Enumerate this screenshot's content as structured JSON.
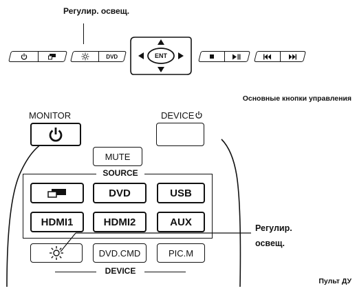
{
  "top_strip": {
    "label": "Регулир. освещ.",
    "caption": "Основные кнопки управления",
    "dvd_label": "DVD",
    "ent_label": "ENT",
    "icons": [
      "power-icon",
      "input-icon",
      "brightness-icon",
      "stop-icon",
      "play-pause-icon",
      "prev-track-icon",
      "next-track-icon"
    ]
  },
  "remote": {
    "monitor_label": "MONITOR",
    "device_label": "DEVICE",
    "mute_label": "MUTE",
    "source_label": "SOURCE",
    "dvd_label": "DVD",
    "usb_label": "USB",
    "hdmi1_label": "HDMI1",
    "hdmi2_label": "HDMI2",
    "aux_label": "AUX",
    "dvd_cmd_label": "DVD.CMD",
    "picm_label": "PIC.M",
    "device_section_label": "DEVICE",
    "callout_label": "Регулир.\nосвещ.",
    "caption": "Пульт ДУ"
  }
}
